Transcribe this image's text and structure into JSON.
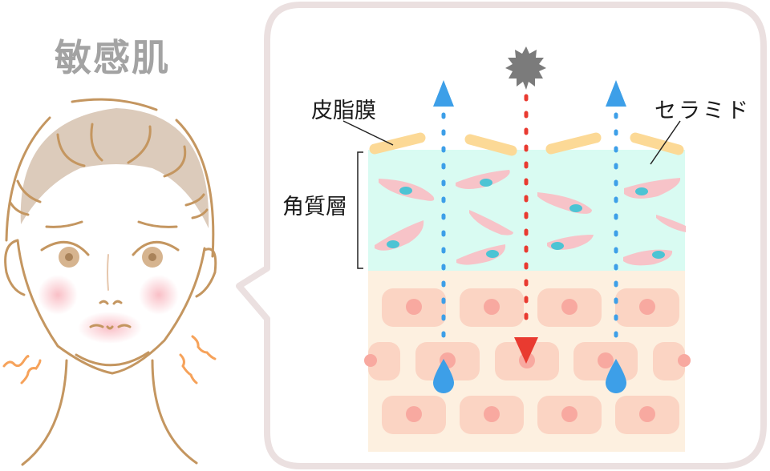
{
  "title": "敏感肌",
  "labels": {
    "sebum_membrane": "皮脂膜",
    "ceramide": "セラミド",
    "stratum_corneum": "角質層"
  },
  "icons": {
    "irritant": "irritant-star-icon",
    "moisture_out_arrow": "up-arrow-icon",
    "irritant_in_arrow": "down-arrow-icon",
    "water_drop": "water-drop-icon"
  },
  "colors": {
    "title": "#a3a3a3",
    "bubble_border": "#ebe0e0",
    "sebum": "#fcd996",
    "stratum_bg": "#d9fbf2",
    "corneocyte": "#f7c3c8",
    "corneocyte_nucleus": "#4cc4d4",
    "epidermis_bg": "#fdf0e0",
    "cell": "#fbd4c3",
    "cell_nucleus": "#f8a9a0",
    "moisture": "#3d9fe8",
    "irritant_arrow": "#e93a30",
    "irritant_star": "#7b7b7b",
    "face_line": "#c49660",
    "hair": "#dccbbb",
    "itch": "#f6a25a"
  }
}
